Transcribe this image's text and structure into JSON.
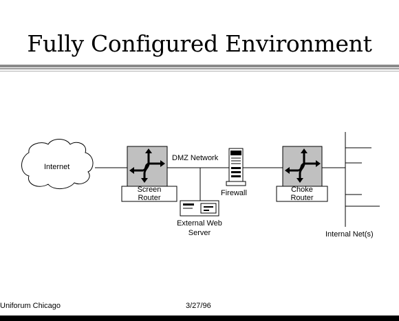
{
  "slide": {
    "title": "Fully Configured Environment"
  },
  "diagram": {
    "internet_label": "Internet",
    "dmz_label": "DMZ Network",
    "screen_router_line1": "Screen",
    "screen_router_line2": "Router",
    "firewall_label": "Firewall",
    "choke_router_line1": "Choke",
    "choke_router_line2": "Router",
    "web_server_line1": "External Web",
    "web_server_line2": "Server",
    "internal_net_label": "Internal Net(s)"
  },
  "footer": {
    "left": "Uniforum Chicago",
    "date": "3/27/96"
  },
  "icons": [
    "cloud-icon",
    "router-icon",
    "firewall-icon",
    "web-server-icon"
  ]
}
